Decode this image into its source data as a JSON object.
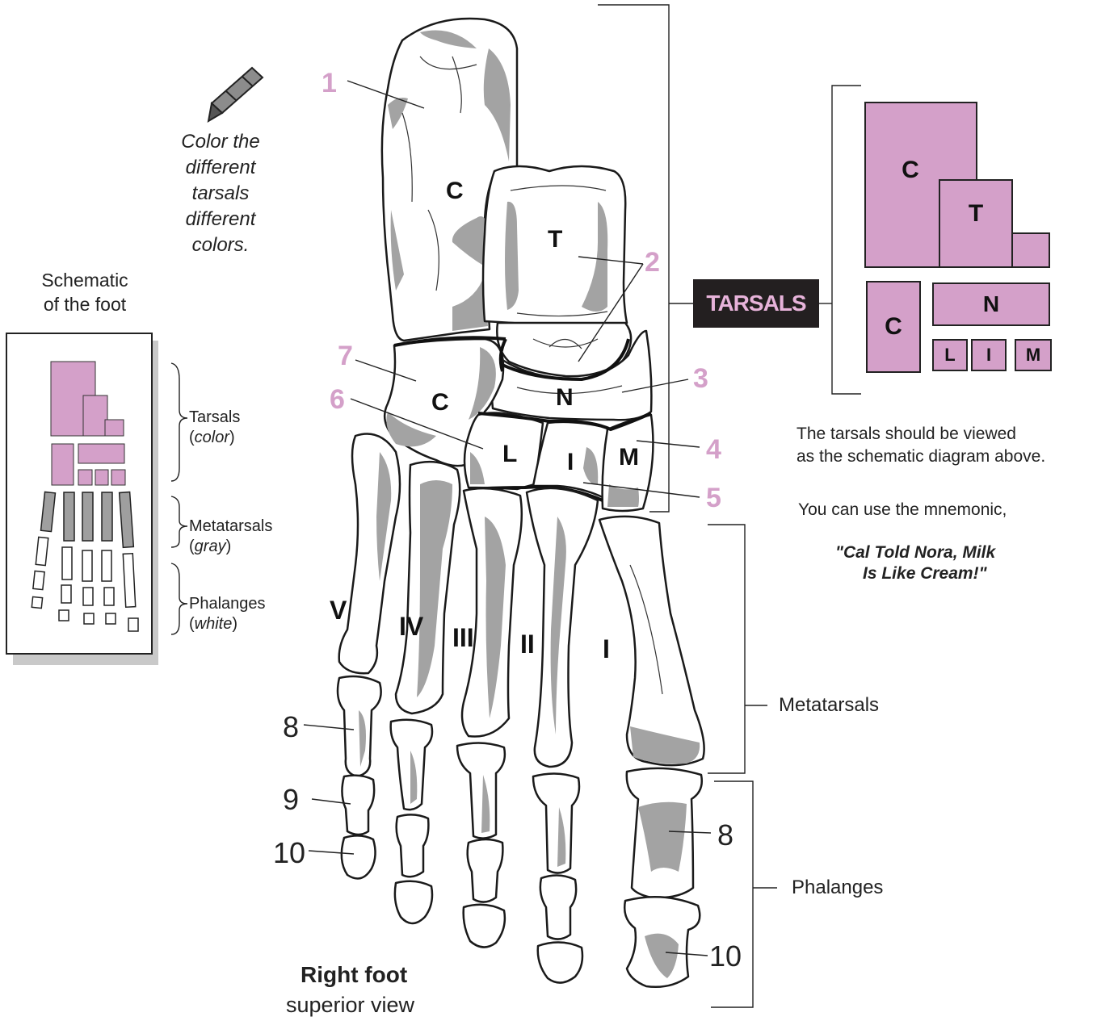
{
  "instruction": {
    "lines": [
      "Color the",
      "different",
      "tarsals",
      "different",
      "colors."
    ]
  },
  "schematic": {
    "title_line1": "Schematic",
    "title_line2": "of the foot",
    "legend": {
      "tarsals": "Tarsals",
      "tarsals_hint": "color",
      "metatarsals": "Metatarsals",
      "metatarsals_hint": "gray",
      "phalanges": "Phalanges",
      "phalanges_hint": "white"
    }
  },
  "pink_labels": [
    "1",
    "2",
    "3",
    "4",
    "5",
    "6",
    "7"
  ],
  "black_labels": {
    "left_8": "8",
    "left_9": "9",
    "left_10": "10",
    "right_8": "8",
    "right_10": "10"
  },
  "bone_letters": {
    "calcaneus": "C",
    "talus": "T",
    "cuboid": "C",
    "navicular": "N",
    "lateral_cuneiform": "L",
    "intermediate_cuneiform": "I",
    "medial_cuneiform": "M"
  },
  "metatarsal_numerals": [
    "V",
    "IV",
    "III",
    "II",
    "I"
  ],
  "tarsals_tag": "TARSALS",
  "tarsal_schematic": {
    "calcaneus": "C",
    "talus": "T",
    "cuboid": "C",
    "navicular": "N",
    "lateral": "L",
    "intermediate": "I",
    "medial": "M"
  },
  "notes": {
    "view_line1": "The tarsals should be viewed",
    "view_line2": "as the schematic diagram above.",
    "mnemonic_intro": "You can use the mnemonic,",
    "mnemonic_line1": "\"Cal Told Nora, Milk",
    "mnemonic_line2": "Is Like Cream!\""
  },
  "regions": {
    "metatarsals": "Metatarsals",
    "phalanges": "Phalanges"
  },
  "caption": {
    "title": "Right foot",
    "subtitle": "superior view"
  },
  "colors": {
    "tarsal_pink": "#d4a0c9",
    "label_pink": "#d4a0c9",
    "bone_shadow": "#9a9a9a",
    "tag_background": "#231f20"
  }
}
